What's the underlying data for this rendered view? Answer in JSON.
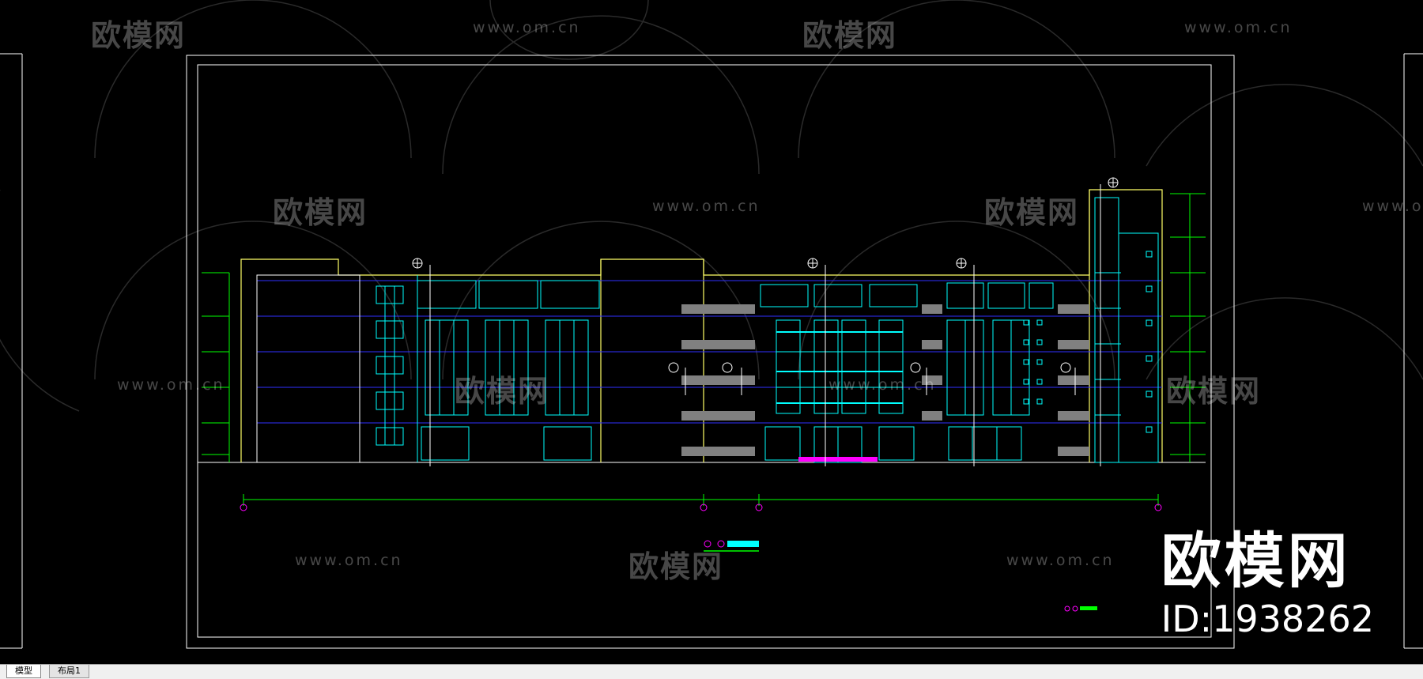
{
  "watermark": {
    "logo_text": "欧模网",
    "url_text": "www.om.cn"
  },
  "brand": {
    "name": "欧模网",
    "id": "ID:1938262"
  },
  "tabs": [
    {
      "label": "模型",
      "active": true
    },
    {
      "label": "布局1",
      "active": false
    }
  ],
  "colors": {
    "background": "#000000",
    "frame": "#ffffff",
    "outline": "#ffff66",
    "cyan": "#00ffff",
    "green": "#00ff00",
    "blue": "#3030ff",
    "grey": "#808080",
    "magenta": "#ff00ff",
    "white": "#ffffff"
  }
}
